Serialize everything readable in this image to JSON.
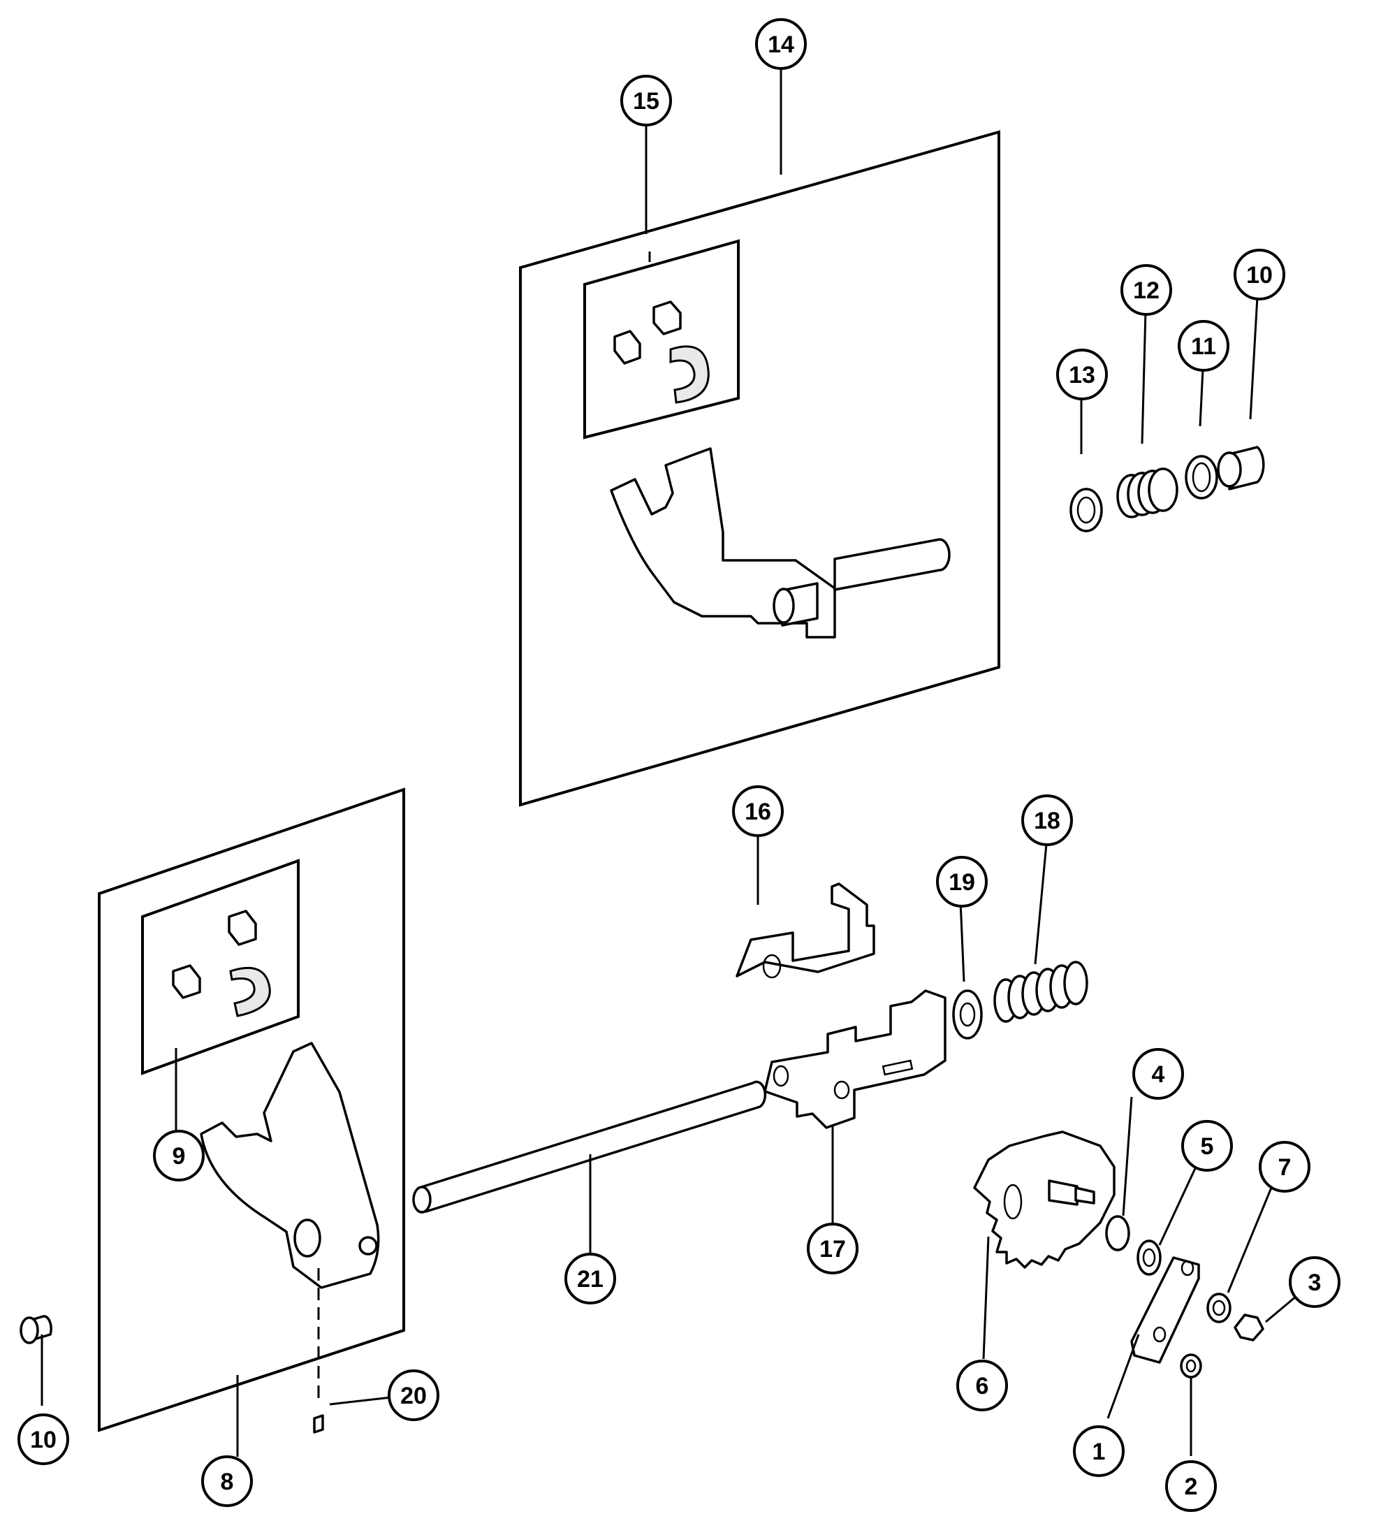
{
  "diagram": {
    "callouts": [
      {
        "id": "c1",
        "label": "1"
      },
      {
        "id": "c2",
        "label": "2"
      },
      {
        "id": "c3",
        "label": "3"
      },
      {
        "id": "c4",
        "label": "4"
      },
      {
        "id": "c5",
        "label": "5"
      },
      {
        "id": "c6",
        "label": "6"
      },
      {
        "id": "c7",
        "label": "7"
      },
      {
        "id": "c8",
        "label": "8"
      },
      {
        "id": "c9",
        "label": "9"
      },
      {
        "id": "c10a",
        "label": "10"
      },
      {
        "id": "c10b",
        "label": "10"
      },
      {
        "id": "c11",
        "label": "11"
      },
      {
        "id": "c12",
        "label": "12"
      },
      {
        "id": "c13",
        "label": "13"
      },
      {
        "id": "c14",
        "label": "14"
      },
      {
        "id": "c15",
        "label": "15"
      },
      {
        "id": "c16",
        "label": "16"
      },
      {
        "id": "c17",
        "label": "17"
      },
      {
        "id": "c18",
        "label": "18"
      },
      {
        "id": "c19",
        "label": "19"
      },
      {
        "id": "c20",
        "label": "20"
      },
      {
        "id": "c21",
        "label": "21"
      }
    ]
  }
}
